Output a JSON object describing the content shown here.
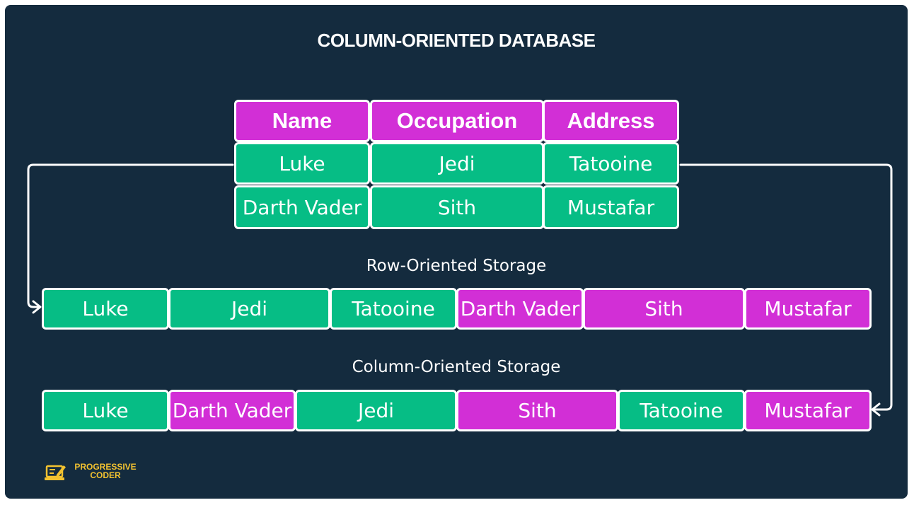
{
  "title": "COLUMN-ORIENTED DATABASE",
  "table": {
    "headers": [
      "Name",
      "Occupation",
      "Address"
    ],
    "rows": [
      [
        "Luke",
        "Jedi",
        "Tatooine"
      ],
      [
        "Darth Vader",
        "Sith",
        "Mustafar"
      ]
    ]
  },
  "row_storage": {
    "label": "Row-Oriented Storage",
    "cells": [
      "Luke",
      "Jedi",
      "Tatooine",
      "Darth Vader",
      "Sith",
      "Mustafar"
    ]
  },
  "column_storage": {
    "label": "Column-Oriented Storage",
    "cells": [
      "Luke",
      "Darth Vader",
      "Jedi",
      "Sith",
      "Tatooine",
      "Mustafar"
    ]
  },
  "logo": {
    "line1": "PROGRESSIVE",
    "line2": "CODER",
    "icon": "laptop-pencil-icon"
  },
  "colors": {
    "background": "#142b3e",
    "row1": "#06bd85",
    "row2": "#d22fd6",
    "header": "#d22fd6",
    "logo": "#f2c230"
  }
}
